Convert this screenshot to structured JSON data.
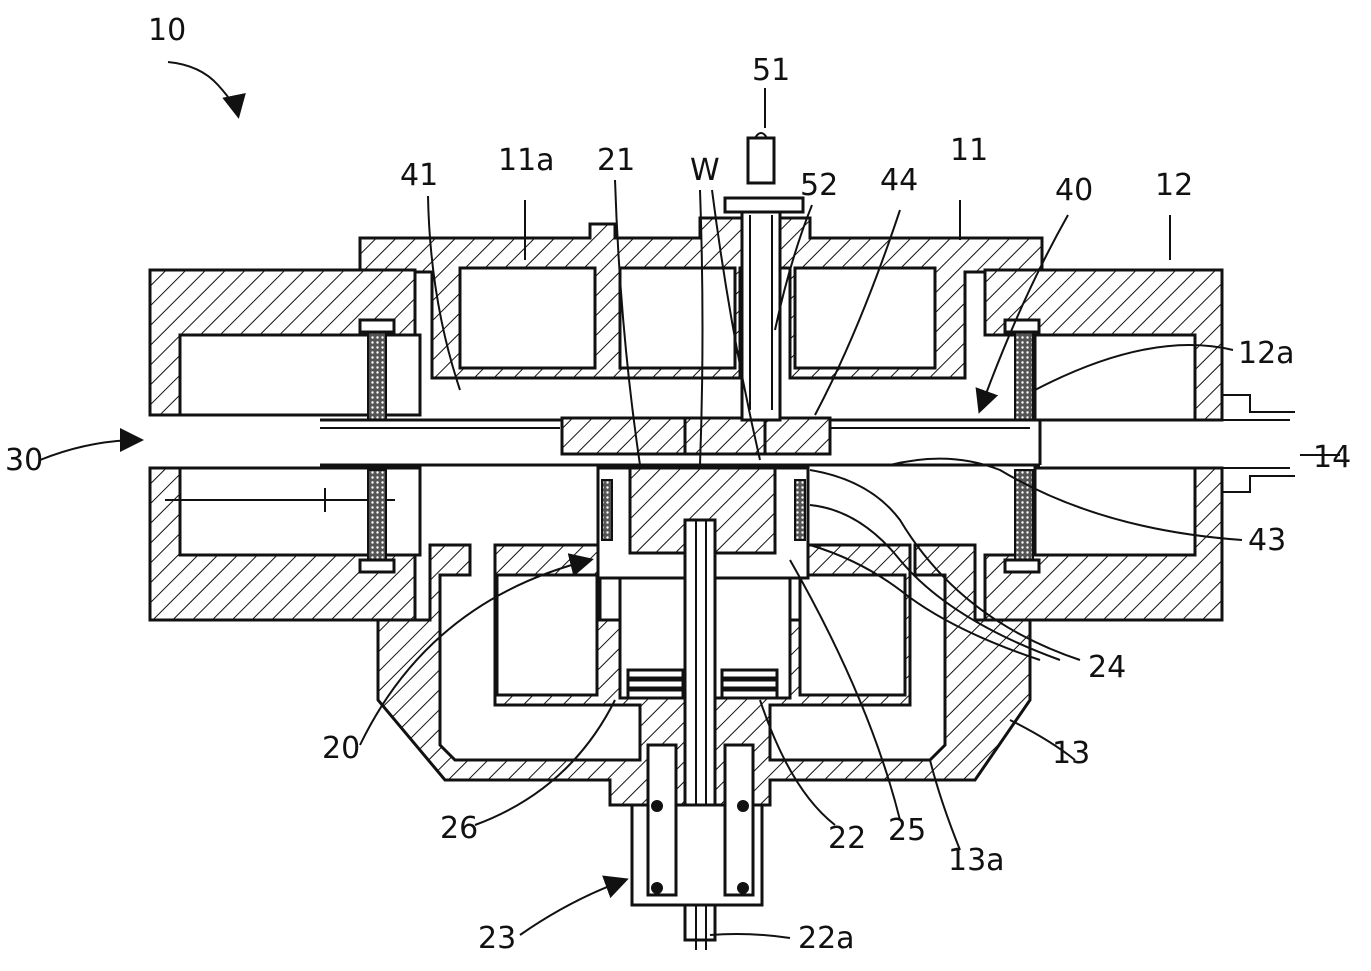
{
  "labels": {
    "l10": "10",
    "l51": "51",
    "l11a": "11a",
    "l21": "21",
    "lW": "W",
    "l52": "52",
    "l44": "44",
    "l11": "11",
    "l40": "40",
    "l12": "12",
    "l41": "41",
    "l12a": "12a",
    "l30": "30",
    "l14": "14",
    "l43": "43",
    "l24": "24",
    "l20": "20",
    "l13": "13",
    "l26": "26",
    "l22": "22",
    "l25": "25",
    "l13a": "13a",
    "l23": "23",
    "l22a": "22a"
  }
}
